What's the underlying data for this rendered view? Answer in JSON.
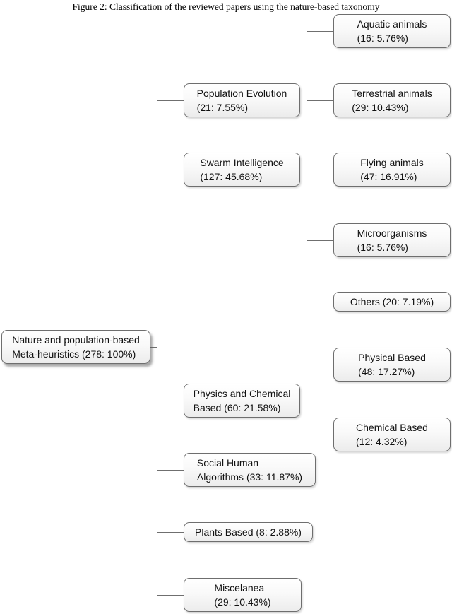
{
  "figure": {
    "caption": "Figure 2: Classification of the reviewed papers using the nature-based taxonomy"
  },
  "tree": {
    "root": {
      "label": "Nature and population-based Meta-heuristics",
      "count": 278,
      "percent": "100%",
      "line1": "Nature and population-based",
      "line2": "Meta-heuristics (278: 100%)"
    },
    "population_evolution": {
      "label": "Population Evolution",
      "count": 21,
      "percent": "7.55%",
      "line1": "Population Evolution",
      "line2": "(21: 7.55%)"
    },
    "swarm_intelligence": {
      "label": "Swarm Intelligence",
      "count": 127,
      "percent": "45.68%",
      "line1": "Swarm Intelligence",
      "line2": "(127: 45.68%)"
    },
    "aquatic_animals": {
      "label": "Aquatic animals",
      "count": 16,
      "percent": "5.76%",
      "line1": "Aquatic animals",
      "line2": "(16: 5.76%)"
    },
    "terrestrial_animals": {
      "label": "Terrestrial animals",
      "count": 29,
      "percent": "10.43%",
      "line1": "Terrestrial animals",
      "line2": "(29: 10.43%)"
    },
    "flying_animals": {
      "label": "Flying animals",
      "count": 47,
      "percent": "16.91%",
      "line1": "Flying animals",
      "line2": "(47: 16.91%)"
    },
    "microorganisms": {
      "label": "Microorganisms",
      "count": 16,
      "percent": "5.76%",
      "line1": "Microorganisms",
      "line2": "(16: 5.76%)"
    },
    "others": {
      "label": "Others",
      "count": 20,
      "percent": "7.19%",
      "line1": "Others (20: 7.19%)"
    },
    "physics_chemical": {
      "label": "Physics and Chemical Based",
      "count": 60,
      "percent": "21.58%",
      "line1": "Physics and Chemical",
      "line2": "Based (60: 21.58%)"
    },
    "physical_based": {
      "label": "Physical Based",
      "count": 48,
      "percent": "17.27%",
      "line1": "Physical Based",
      "line2": "(48: 17.27%)"
    },
    "chemical_based": {
      "label": "Chemical Based",
      "count": 12,
      "percent": "4.32%",
      "line1": "Chemical Based",
      "line2": "(12: 4.32%)"
    },
    "social_human": {
      "label": "Social Human Algorithms",
      "count": 33,
      "percent": "11.87%",
      "line1": "Social Human",
      "line2": "Algorithms (33: 11.87%)"
    },
    "plants_based": {
      "label": "Plants Based",
      "count": 8,
      "percent": "2.88%",
      "line1": "Plants Based (8: 2.88%)"
    },
    "miscelanea": {
      "label": "Miscelanea",
      "count": 29,
      "percent": "10.43%",
      "line1": "Miscelanea",
      "line2": "(29: 10.43%)"
    }
  },
  "style": {
    "box_border_color": "#6e6e6e",
    "connector_color": "#6f6f6f",
    "box_fill_top": "#ffffff",
    "box_fill_bottom": "#ececec",
    "text_color": "#111111"
  }
}
